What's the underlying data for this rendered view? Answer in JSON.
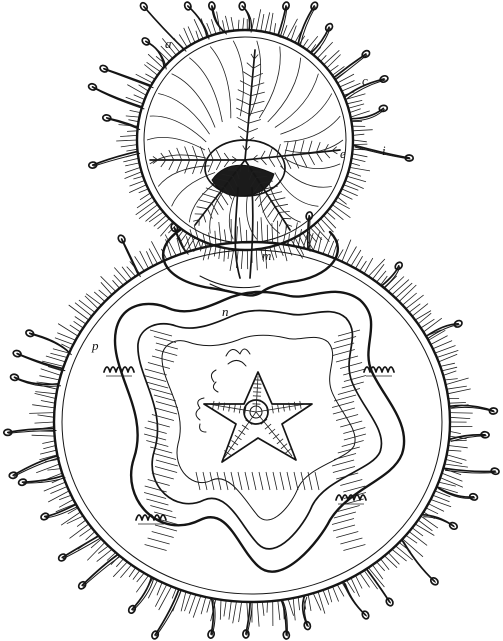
{
  "figure": {
    "labels": [
      {
        "id": "a",
        "text": "a"
      },
      {
        "id": "c",
        "text": "c"
      },
      {
        "id": "i",
        "text": "i"
      },
      {
        "id": "e",
        "text": "e"
      },
      {
        "id": "m",
        "text": "m"
      },
      {
        "id": "n",
        "text": "n"
      },
      {
        "id": "p",
        "text": "p"
      }
    ]
  }
}
